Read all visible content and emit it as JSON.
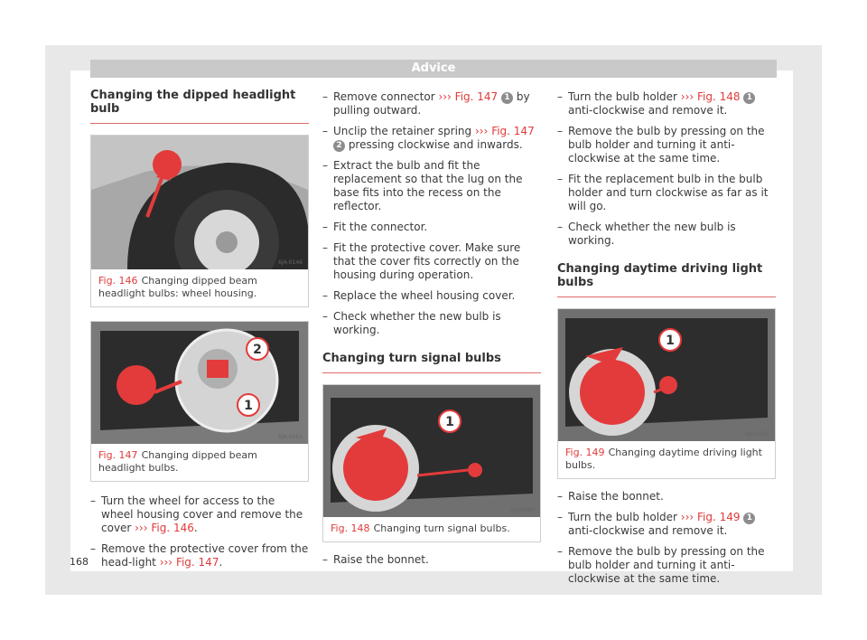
{
  "banner": "Advice",
  "sec1": {
    "title": "Changing the dipped headlight bulb"
  },
  "fig146": {
    "num": "Fig. 146",
    "text": "Changing dipped beam headlight bulbs: wheel housing.",
    "code": "6JA-0146"
  },
  "fig147": {
    "num": "Fig. 147",
    "text": "Changing dipped beam headlight bulbs.",
    "code": "6JA-0061"
  },
  "fig148": {
    "num": "Fig. 148",
    "text": "Changing turn signal bulbs.",
    "code": "6JA-0060"
  },
  "fig149": {
    "num": "Fig. 149",
    "text": "Changing daytime driving light bulbs.",
    "code": "6JA-0062"
  },
  "arrow": "›››",
  "col1_steps": [
    {
      "a": "Turn the wheel for access to the wheel housing cover and remove the cover ",
      "ref": "Fig. 146",
      "b": "."
    },
    {
      "a": "Remove the protective cover from the head-light ",
      "ref": "Fig. 147",
      "b": "."
    }
  ],
  "col2_steps": {
    "s1a": "Remove connector ",
    "s1ref": "Fig. 147",
    "s1n": "1",
    "s1b": " by pulling outward.",
    "s2a": "Unclip the retainer spring ",
    "s2ref": "Fig. 147",
    "s2n": "2",
    "s2b": " pressing clockwise and inwards.",
    "s3": "Extract the bulb and fit the replacement so that the lug on the base fits into the recess on the reflector.",
    "s4": "Fit the connector.",
    "s5": "Fit the protective cover. Make sure that the cover fits correctly on the housing during operation.",
    "s6": "Replace the wheel housing cover.",
    "s7": "Check whether the new bulb is working."
  },
  "sec2": {
    "title": "Changing turn signal bulbs"
  },
  "col2_after": "Raise the bonnet.",
  "col3_steps": {
    "s1a": "Turn the bulb holder ",
    "s1ref": "Fig. 148",
    "s1n": "1",
    "s1b": " anti-clockwise and remove it.",
    "s2": "Remove the bulb by pressing on the bulb holder and turning it anti-clockwise at the same time.",
    "s3": "Fit the replacement bulb in the bulb holder and turn clockwise as far as it will go.",
    "s4": "Check whether the new bulb is working."
  },
  "sec3": {
    "title": "Changing daytime driving light bulbs"
  },
  "col3_after": {
    "s1": "Raise the bonnet.",
    "s2a": "Turn the bulb holder ",
    "s2ref": "Fig. 149",
    "s2n": "1",
    "s2b": " anti-clockwise and remove it.",
    "s3": "Remove the bulb by pressing on the bulb holder and turning it anti-clockwise at the same time."
  },
  "callouts": {
    "one": "1",
    "two": "2"
  },
  "page_number": "168",
  "colors": {
    "accent": "#e03a3a",
    "marker": "#e33b3b"
  }
}
